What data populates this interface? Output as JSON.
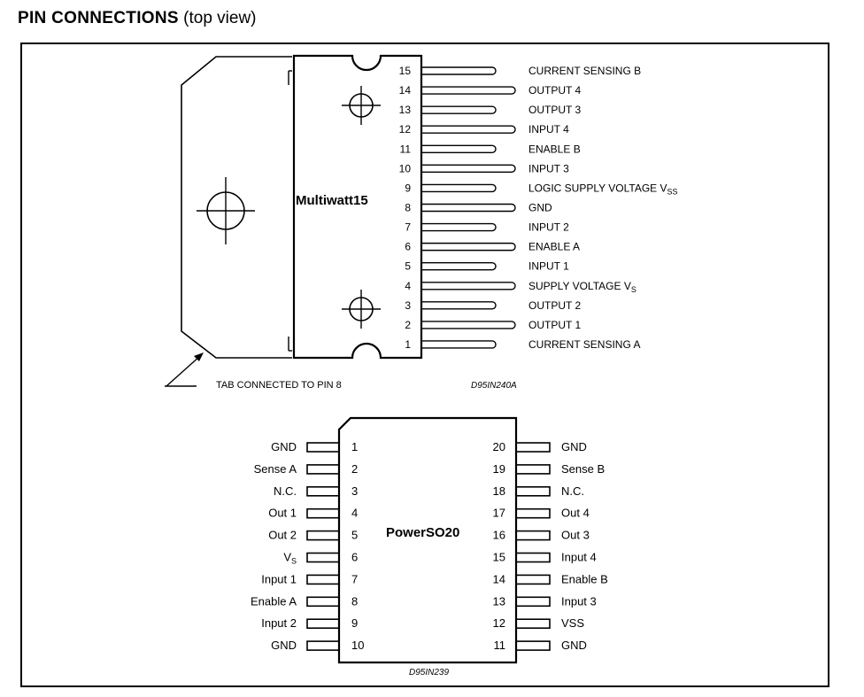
{
  "heading": {
    "title": "PIN CONNECTIONS",
    "subtitle": "(top view)"
  },
  "multiwatt": {
    "package_name": "Multiwatt15",
    "tab_note": "TAB CONNECTED TO PIN 8",
    "drawing_code": "D95IN240A",
    "pins": [
      {
        "num": "15",
        "name": "CURRENT SENSING B",
        "sub": ""
      },
      {
        "num": "14",
        "name": "OUTPUT 4",
        "sub": ""
      },
      {
        "num": "13",
        "name": "OUTPUT 3",
        "sub": ""
      },
      {
        "num": "12",
        "name": "INPUT 4",
        "sub": ""
      },
      {
        "num": "11",
        "name": "ENABLE B",
        "sub": ""
      },
      {
        "num": "10",
        "name": "INPUT 3",
        "sub": ""
      },
      {
        "num": "9",
        "name": "LOGIC SUPPLY VOLTAGE V",
        "sub": "SS"
      },
      {
        "num": "8",
        "name": "GND",
        "sub": ""
      },
      {
        "num": "7",
        "name": "INPUT 2",
        "sub": ""
      },
      {
        "num": "6",
        "name": "ENABLE A",
        "sub": ""
      },
      {
        "num": "5",
        "name": "INPUT 1",
        "sub": ""
      },
      {
        "num": "4",
        "name": "SUPPLY VOLTAGE V",
        "sub": "S"
      },
      {
        "num": "3",
        "name": "OUTPUT 2",
        "sub": ""
      },
      {
        "num": "2",
        "name": "OUTPUT 1",
        "sub": ""
      },
      {
        "num": "1",
        "name": "CURRENT SENSING A",
        "sub": ""
      }
    ]
  },
  "powerso": {
    "package_name": "PowerSO20",
    "drawing_code": "D95IN239",
    "left_pins": [
      {
        "num": "1",
        "name": "GND",
        "sub": ""
      },
      {
        "num": "2",
        "name": "Sense A",
        "sub": ""
      },
      {
        "num": "3",
        "name": "N.C.",
        "sub": ""
      },
      {
        "num": "4",
        "name": "Out 1",
        "sub": ""
      },
      {
        "num": "5",
        "name": "Out 2",
        "sub": ""
      },
      {
        "num": "6",
        "name": "V",
        "sub": "S"
      },
      {
        "num": "7",
        "name": "Input 1",
        "sub": ""
      },
      {
        "num": "8",
        "name": "Enable A",
        "sub": ""
      },
      {
        "num": "9",
        "name": "Input 2",
        "sub": ""
      },
      {
        "num": "10",
        "name": "GND",
        "sub": ""
      }
    ],
    "right_pins": [
      {
        "num": "20",
        "name": "GND",
        "sub": ""
      },
      {
        "num": "19",
        "name": "Sense B",
        "sub": ""
      },
      {
        "num": "18",
        "name": "N.C.",
        "sub": ""
      },
      {
        "num": "17",
        "name": "Out 4",
        "sub": ""
      },
      {
        "num": "16",
        "name": "Out 3",
        "sub": ""
      },
      {
        "num": "15",
        "name": "Input 4",
        "sub": ""
      },
      {
        "num": "14",
        "name": "Enable B",
        "sub": ""
      },
      {
        "num": "13",
        "name": "Input 3",
        "sub": ""
      },
      {
        "num": "12",
        "name": "VSS",
        "sub": ""
      },
      {
        "num": "11",
        "name": "GND",
        "sub": ""
      }
    ]
  }
}
